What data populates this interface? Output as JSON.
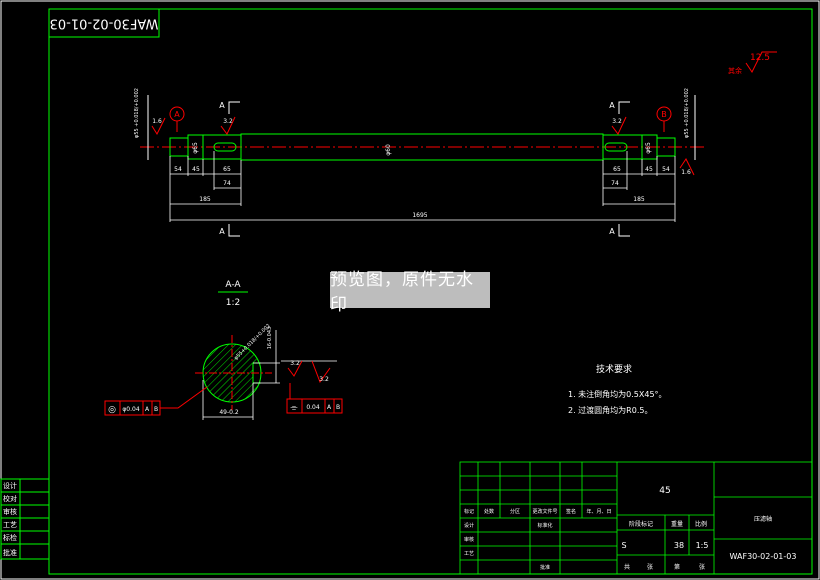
{
  "drawing_number": "WAF30-02-01-03",
  "roughness_other": {
    "prefix": "其余",
    "value": "12.5"
  },
  "shaft": {
    "datum_a": "A",
    "datum_b": "B",
    "dim_dia_end": "φ55 +0.018/+0.002",
    "dia_65": "φ65",
    "dia_60": "φ60",
    "len_54": "54",
    "len_45": "45",
    "len_65": "65",
    "len_74": "74",
    "len_185": "185",
    "len_1695": "1695",
    "rough_16": "1.6",
    "rough_32": "3.2",
    "section_mark": "A"
  },
  "section": {
    "title": "A-A",
    "scale": "1:2",
    "dia_label": "φ55+0.018/+0.002",
    "key_depth": "49-0.2",
    "key_width": "16-0.043",
    "rough_32a": "3.2",
    "rough_32b": "3.2",
    "fcf_left": {
      "symbol": "◎",
      "value": "φ0.04",
      "datum1": "A",
      "datum2": "B"
    },
    "fcf_right": {
      "symbol": "⌯",
      "value": "0.04",
      "datum1": "A",
      "datum2": "B"
    }
  },
  "notes": {
    "title": "技术要求",
    "items": [
      "1.  未注倒角均为0.5X45°。",
      "2.  过渡圆角均为R0.5。"
    ]
  },
  "left_strip": [
    "设计",
    "校对",
    "审核",
    "工艺",
    "标检",
    "批准"
  ],
  "title_block": {
    "material": "45",
    "part_name": "压滤轴",
    "drawing_no": "WAF30-02-01-03",
    "stage_mark_hdr": "阶段标记",
    "weight_hdr": "重量",
    "scale_hdr": "比例",
    "stage": "S",
    "weight": "38",
    "scale": "1:5",
    "rev_headers": [
      "标记",
      "处数",
      "分区",
      "更改文件号",
      "签名",
      "年、月、日"
    ],
    "role_design": "设计",
    "role_std": "标准化",
    "role_review": "审核",
    "role_process": "工艺",
    "role_approve": "批准",
    "sheet_total": "共",
    "sheet_no": "第",
    "sheet_unit1": "张",
    "sheet_unit2": "张"
  },
  "watermark": "预览图，原件无水印",
  "colors": {
    "frame": "#ffffff",
    "part": "#00ff00",
    "dim": "#ffffff",
    "center": "#ff0000",
    "symbol": "#ff0000",
    "grid": "#00cc00"
  }
}
